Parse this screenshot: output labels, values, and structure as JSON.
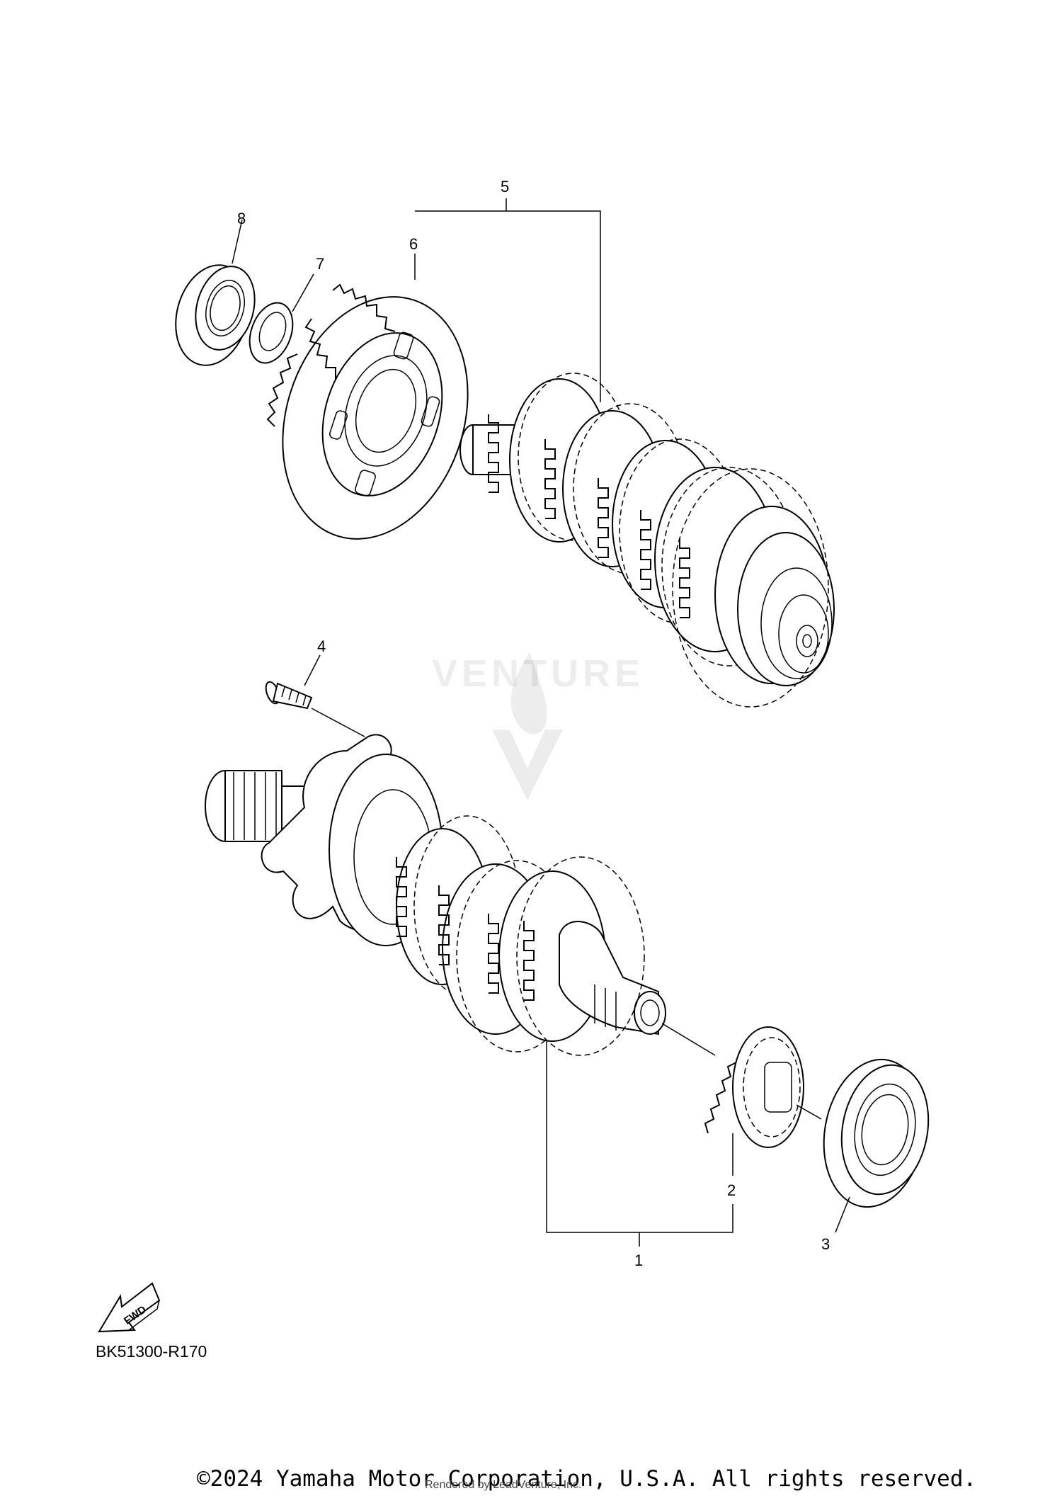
{
  "diagram": {
    "callouts": [
      "1",
      "2",
      "3",
      "4",
      "5",
      "6",
      "7",
      "8"
    ],
    "fwd_label": "FWD",
    "diagram_code": "BK51300-R170",
    "watermark": "VENTURE"
  },
  "footer": {
    "copyright": "©2024 Yamaha Motor Corporation, U.S.A. All rights reserved.",
    "rendered_by": "Rendered by LeadVenture, Inc."
  }
}
